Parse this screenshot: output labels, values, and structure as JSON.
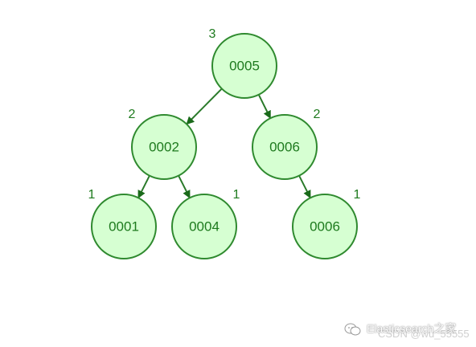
{
  "tree": {
    "nodes": [
      {
        "id": "n5",
        "key": "0005",
        "height": "3"
      },
      {
        "id": "n2",
        "key": "0002",
        "height": "2"
      },
      {
        "id": "n6a",
        "key": "0006",
        "height": "2"
      },
      {
        "id": "n1",
        "key": "0001",
        "height": "1"
      },
      {
        "id": "n4",
        "key": "0004",
        "height": "1"
      },
      {
        "id": "n6b",
        "key": "0006",
        "height": "1"
      }
    ],
    "edges": [
      {
        "from": "n5",
        "to": "n2"
      },
      {
        "from": "n5",
        "to": "n6a"
      },
      {
        "from": "n2",
        "to": "n1"
      },
      {
        "from": "n2",
        "to": "n4"
      },
      {
        "from": "n6a",
        "to": "n6b"
      }
    ]
  },
  "colors": {
    "node_fill": "#d6ffd2",
    "node_stroke": "#2f8a2f",
    "text": "#1e7a1e",
    "edge": "#2a7a2a"
  },
  "watermark": {
    "brand": "Elasticsearch之家",
    "csdn": "CSDN @wu_55555",
    "icon": "wechat-icon"
  }
}
